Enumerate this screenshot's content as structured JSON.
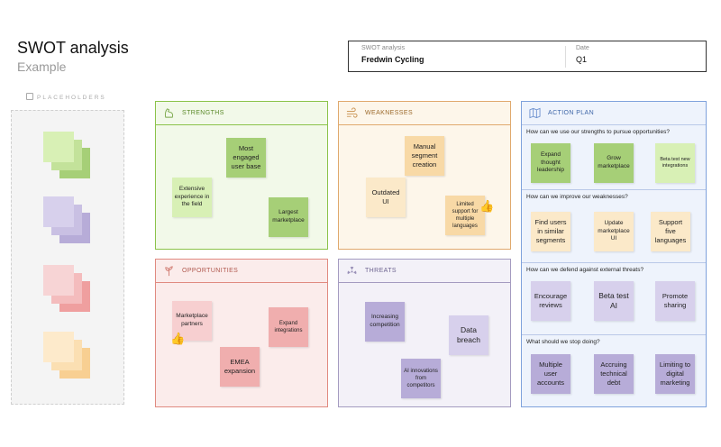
{
  "header": {
    "title": "SWOT analysis",
    "subtitle": "Example"
  },
  "info": {
    "label_left": "SWOT analysis",
    "value_left": "Fredwin Cycling",
    "label_right": "Date",
    "value_right": "Q1"
  },
  "placeholders": {
    "label": "PLACEHOLDERS",
    "icon": "sticky-note-icon"
  },
  "strengths": {
    "title": "STRENGTHS",
    "icon": "arm-icon",
    "notes": [
      "Most engaged user base",
      "Extensive experience in the field",
      "Largest marketplace"
    ]
  },
  "weaknesses": {
    "title": "WEAKNESSES",
    "icon": "wind-icon",
    "notes": [
      "Manual segment creation",
      "Outdated UI",
      "Limited support for multiple languages"
    ]
  },
  "opportunities": {
    "title": "OPPORTUNITIES",
    "icon": "sprout-icon",
    "notes": [
      "Marketplace partners",
      "Expand integrations",
      "EMEA expansion"
    ]
  },
  "threats": {
    "title": "THREATS",
    "icon": "radiation-icon",
    "notes": [
      "Increasing competition",
      "Data breach",
      "AI innovations from competitors"
    ]
  },
  "action_plan": {
    "title": "ACTION PLAN",
    "icon": "map-icon",
    "rows": [
      {
        "question": "How can we use our strengths to pursue opportunities?",
        "notes": [
          "Expand thought leadership",
          "Grow marketplace",
          "Beta test new integrations"
        ]
      },
      {
        "question": "How can we improve our weaknesses?",
        "notes": [
          "Find users in similar segments",
          "Update marketplace UI",
          "Support five languages"
        ]
      },
      {
        "question": "How can we defend against external threats?",
        "notes": [
          "Encourage reviews",
          "Beta test AI",
          "Promote sharing"
        ]
      },
      {
        "question": "What should we stop doing?",
        "notes": [
          "Multiple user accounts",
          "Accruing technical debt",
          "Limiting to digital marketing"
        ]
      }
    ]
  },
  "colors": {
    "strengths_border": "#8bc34a",
    "strengths_bg": "#f2f9e9",
    "weaknesses_border": "#e0a96d",
    "weaknesses_bg": "#fdf6ea",
    "opportunities_border": "#e08a80",
    "opportunities_bg": "#fbeceb",
    "threats_border": "#a49bc0",
    "threats_bg": "#f3f1f8",
    "action_border": "#7fa2dc",
    "action_bg": "#eef3fc",
    "green_note": "#a6cf77",
    "light_green_note": "#d8f0b5",
    "orange_note": "#f8d9a6",
    "light_orange_note": "#fbe9c9",
    "red_note": "#f0aeae",
    "light_red_note": "#f7cfd0",
    "purple_note": "#b7acd8",
    "light_purple_note": "#d7d0ec"
  }
}
